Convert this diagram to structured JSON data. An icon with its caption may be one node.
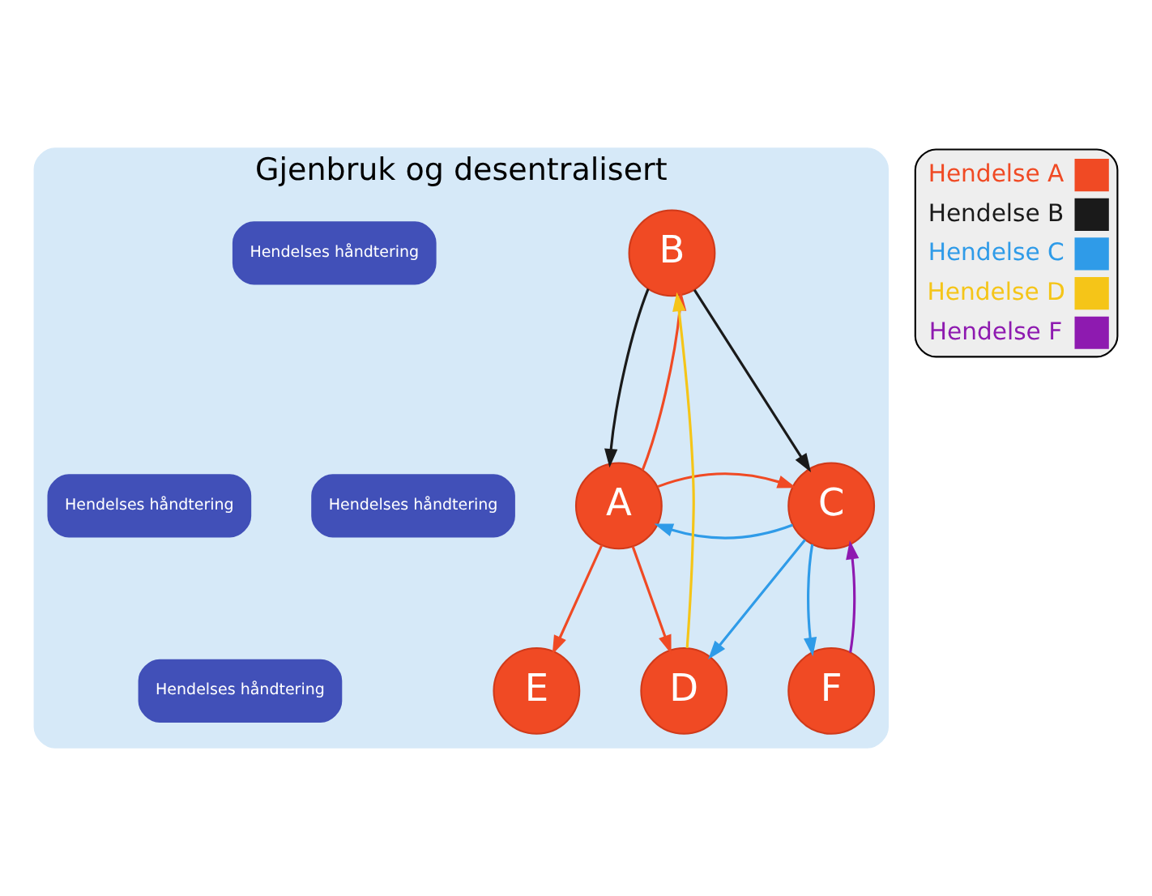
{
  "diagram": {
    "nodes": [
      {
        "text": [
          "Gjenbruk og desentralisert"
        ]
      },
      {
        "text": [
          "B"
        ],
        "in": 0
      },
      {
        "text": [
          "Hendelses håndtering"
        ],
        "in": 0
      },
      {
        "text": [
          "A"
        ],
        "in": 0
      },
      {
        "text": [
          "Hendelses håndtering"
        ],
        "in": 0
      },
      {
        "text": [
          "C"
        ],
        "in": 0
      },
      {
        "text": [
          "Hendelses håndtering"
        ],
        "in": 0
      },
      {
        "text": [
          "D"
        ],
        "in": 0
      },
      {
        "text": [
          "E"
        ],
        "in": 0
      },
      {
        "text": [
          "Hendelses håndtering"
        ],
        "in": 0
      },
      {
        "text": [
          "F"
        ],
        "in": 0
      }
    ],
    "edges": [
      {
        "from": 3,
        "to": 1,
        "arrow": "to"
      },
      {
        "from": 1,
        "to": 3,
        "arrow": "to",
        "color": "#1a1a1a"
      },
      {
        "from": 1,
        "to": 5,
        "arrow": "to",
        "color": "#1a1a1a"
      },
      {
        "from": 5,
        "to": 3,
        "arrow": "to",
        "color": "#2f9be8"
      },
      {
        "from": 3,
        "to": 5,
        "arrow": "to"
      },
      {
        "from": 7,
        "to": 1,
        "arrow": "to",
        "color": "#f5c518"
      },
      {
        "from": 3,
        "to": 7,
        "arrow": "to"
      },
      {
        "from": 3,
        "to": 8,
        "arrow": "to"
      },
      {
        "from": 5,
        "to": 7,
        "arrow": "to",
        "color": "#2f9be8"
      },
      {
        "from": 5,
        "to": 10,
        "arrow": "to",
        "color": "#2f9be8"
      },
      {
        "from": 10,
        "to": 5,
        "arrow": "to",
        "color": "#8e1ab0"
      }
    ],
    "legend": [
      {
        "text": "Hendelse A",
        "color": "#f04a24"
      },
      {
        "text": "Hendelse B",
        "color": "#1a1a1a"
      },
      {
        "text": "Hendelse C",
        "color": "#2f9be8"
      },
      {
        "text": "Hendelse D",
        "color": "#f5c518"
      },
      {
        "text": "Hendelse F",
        "color": "#8e1ab0"
      }
    ]
  }
}
